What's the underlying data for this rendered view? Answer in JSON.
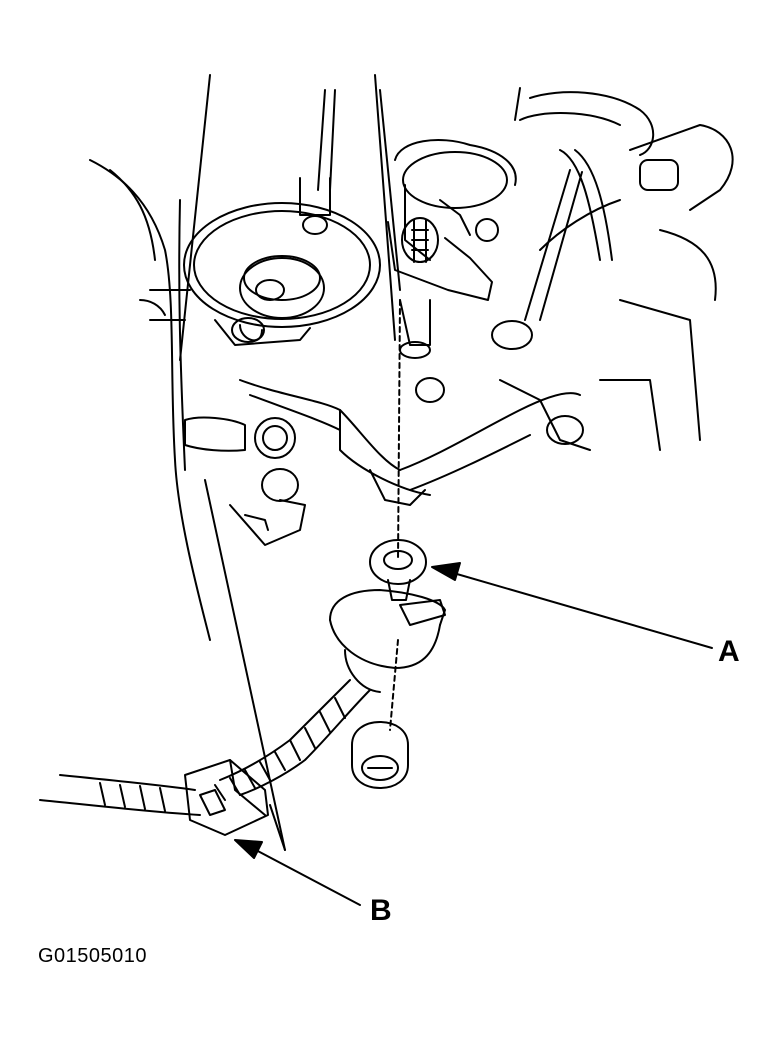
{
  "callouts": {
    "a": "A",
    "b": "B"
  },
  "figure_id": "G01505010",
  "colors": {
    "line": "#000000",
    "background": "#ffffff"
  }
}
